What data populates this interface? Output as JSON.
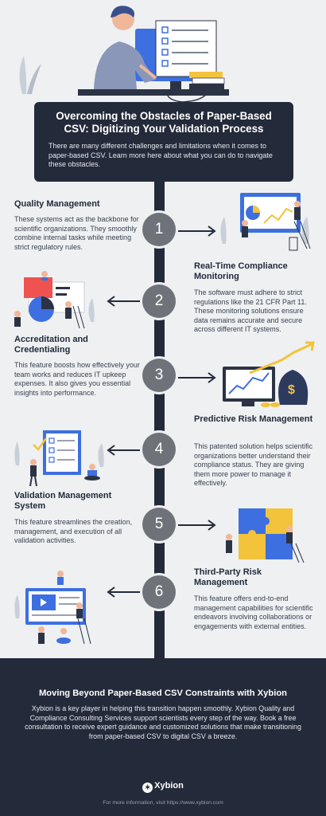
{
  "intro": {
    "title": "Overcoming the Obstacles of Paper-Based CSV: Digitizing Your Validation Process",
    "text": "There are many different challenges and limitations when it comes to paper-based CSV. Learn more here about what you can do to navigate these obstacles."
  },
  "sections": [
    {
      "number": "1",
      "title": "Quality Management",
      "text": "These systems act as the backbone for scientific organizations. They smoothly combine internal tasks while meeting strict regulatory rules."
    },
    {
      "number": "2",
      "title": "Real-Time Compliance Monitoring",
      "text": "The software must adhere to strict regulations like the 21 CFR Part 11. These monitoring solutions ensure data remains accurate and secure across different IT systems."
    },
    {
      "number": "3",
      "title": "Accreditation and Credentialing",
      "text": "This feature boosts how effectively your team works and reduces IT upkeep expenses. It also gives you essential insights into performance."
    },
    {
      "number": "4",
      "title": "Predictive Risk Management",
      "text": "This patented solution helps scientific organizations better understand their compliance status. They are giving them more power to manage it effectively."
    },
    {
      "number": "5",
      "title": "Validation Management System",
      "text": "This feature streamlines the creation, management, and execution of all validation activities."
    },
    {
      "number": "6",
      "title": "Third-Party Risk Management",
      "text": "This feature offers end-to-end management capabilities for scientific endeavors involving collaborations or engagements with external entities."
    }
  ],
  "footer": {
    "title": "Moving Beyond Paper-Based CSV Constraints with Xybion",
    "text": "Xybion is a key player in helping this transition happen smoothly. Xybion Quality and Compliance Consulting Services support scientists every step of the way. Book a free consultation to receive expert guidance and customized solutions that make transitioning from paper-based CSV to digital CSV a breeze.",
    "logo": "Xybion",
    "info": "For more information, visit https://www.xybion.com"
  },
  "colors": {
    "navy": "#232a3a",
    "circle": "#6f7379",
    "blue": "#3d6fe0",
    "yellow": "#f3c33b",
    "background": "#eef0f2"
  }
}
